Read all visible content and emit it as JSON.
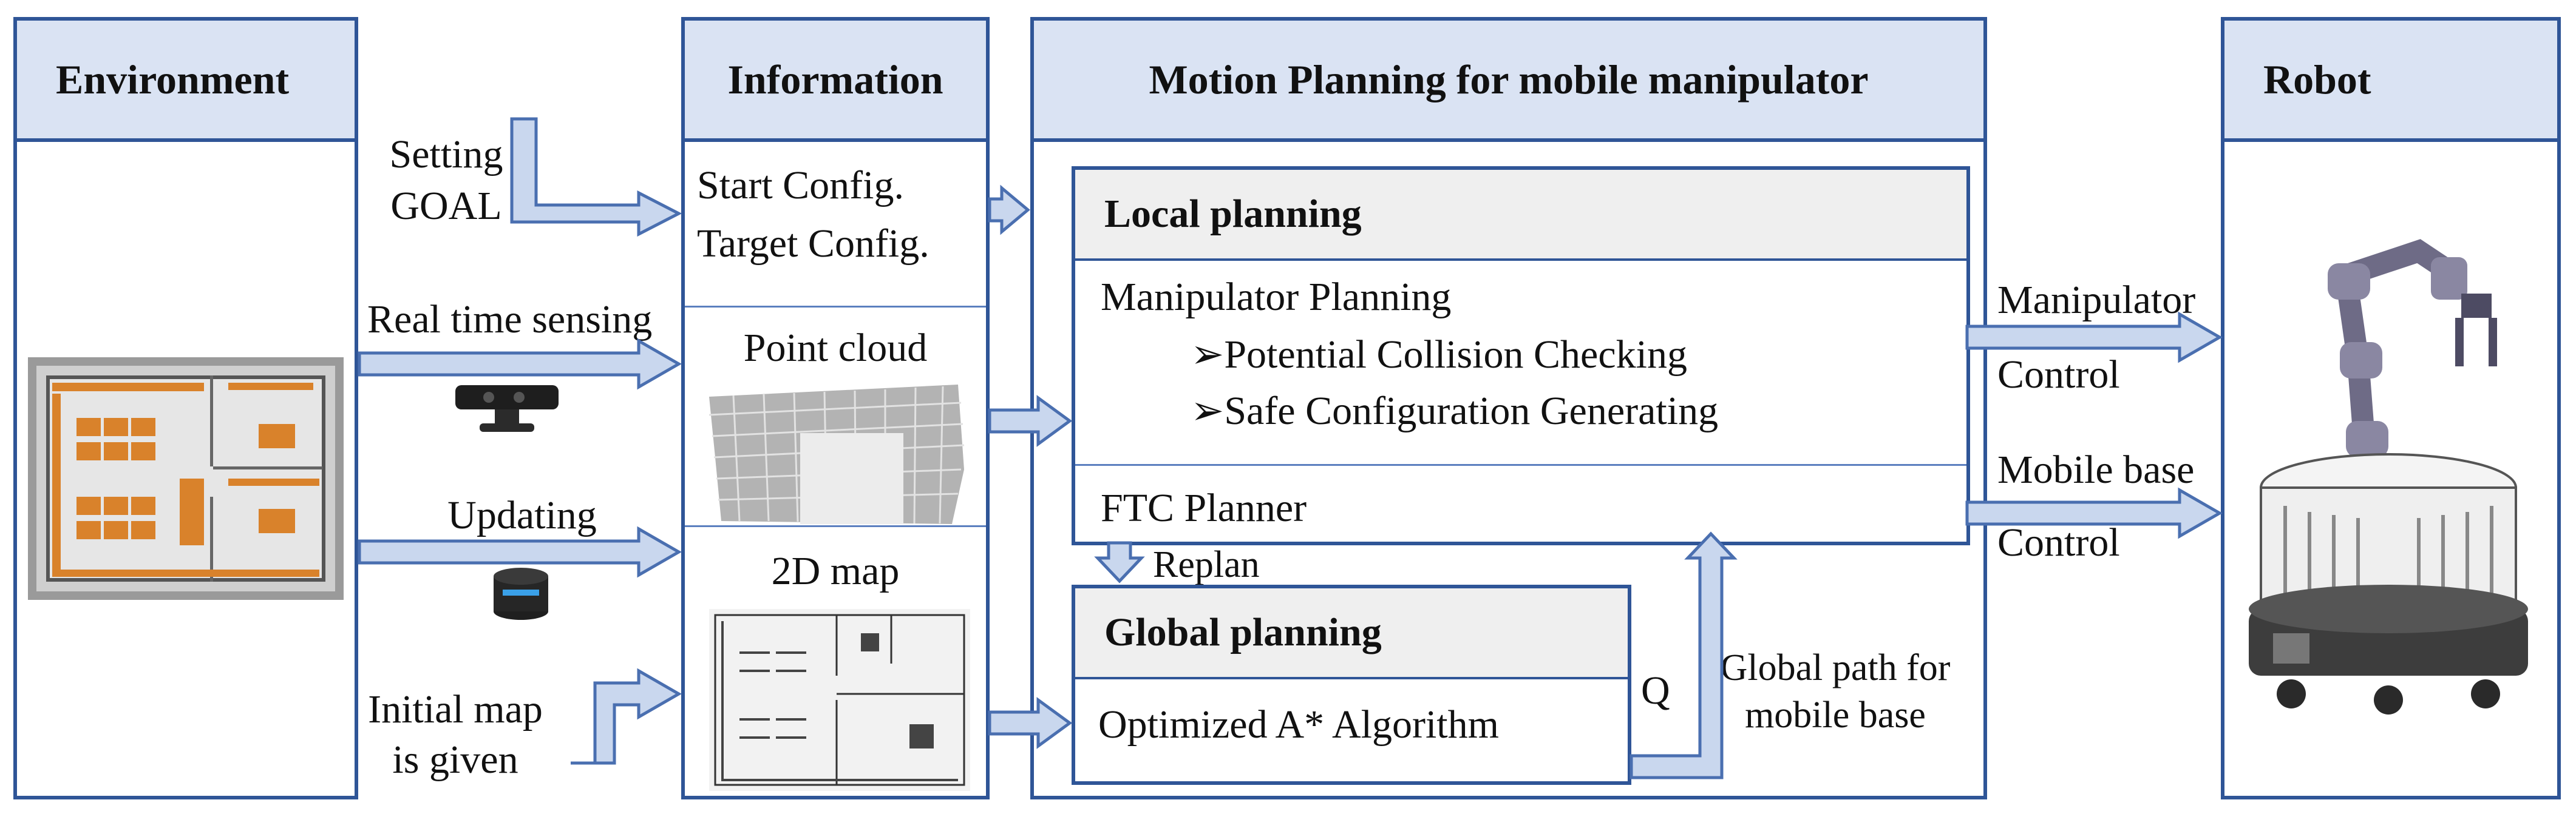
{
  "columns": {
    "environment": {
      "title": "Environment"
    },
    "information": {
      "title": "Information",
      "config_line1": "Start Config.",
      "config_line2": "Target Config.",
      "point_cloud": "Point cloud",
      "map2d": "2D map"
    },
    "motion": {
      "title": "Motion Planning for mobile manipulator",
      "local": {
        "title": "Local planning",
        "manipulator": "Manipulator Planning",
        "bullet1": "Potential Collision Checking",
        "bullet2": "Safe Configuration Generating",
        "ftc": "FTC Planner"
      },
      "replan": "Replan",
      "global": {
        "title": "Global planning",
        "algo": "Optimized A* Algorithm"
      },
      "q_label": "Q",
      "global_path_line1": "Global path for",
      "global_path_line2": "mobile base"
    },
    "robot": {
      "title": "Robot"
    }
  },
  "inputs": {
    "setting_goal_line1": "Setting",
    "setting_goal_line2": "GOAL",
    "real_time_sensing": "Real time sensing",
    "updating": "Updating",
    "initial_map_line1": "Initial map",
    "initial_map_line2": "is given"
  },
  "outputs": {
    "manipulator_line1": "Manipulator",
    "manipulator_line2": "Control",
    "mobile_line1": "Mobile base",
    "mobile_line2": "Control"
  },
  "bullet_symbol": "➢",
  "colors": {
    "border": "#2f5597",
    "header_fill": "#dae3f3",
    "arrow_fill": "#c9d7ee",
    "arrow_stroke": "#4a6fb0",
    "local_header_fill": "#efefef"
  }
}
